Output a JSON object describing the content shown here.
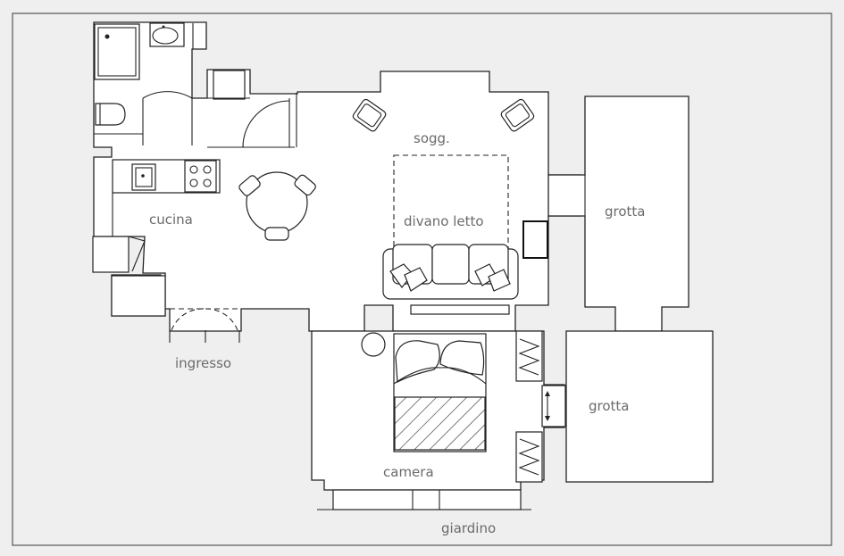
{
  "rooms": {
    "soggiorno": "sogg.",
    "divano_letto": "divano letto",
    "cucina": "cucina",
    "ingresso": "ingresso",
    "camera": "camera",
    "grotta_top": "grotta",
    "grotta_bottom": "grotta",
    "giardino": "giardino"
  },
  "colors": {
    "background": "#efefef",
    "floor": "#ffffff",
    "lines": "#222222",
    "labels": "#6b6b6b"
  }
}
